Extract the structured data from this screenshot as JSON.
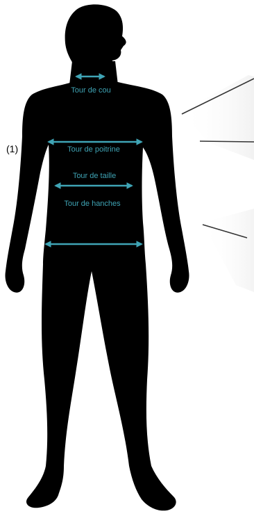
{
  "figure": {
    "marker": "(1)",
    "measurements": {
      "neck": "Tour de cou",
      "chest": "Tour de poitrine",
      "waist": "Tour de taille",
      "hips": "Tour de hanches"
    },
    "colors": {
      "silhouette": "#000000",
      "measure": "#3fa4b5",
      "leader": "#333333",
      "panel": "#f3f3f3",
      "background": "#ffffff"
    }
  }
}
